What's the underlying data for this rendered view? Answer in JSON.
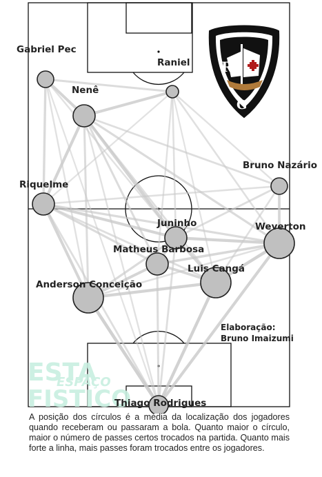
{
  "players": [
    {
      "id": "gabriel-pec",
      "name": "Gabriel Pec",
      "size": "small"
    },
    {
      "id": "nene",
      "name": "Nenê",
      "size": "large"
    },
    {
      "id": "raniel",
      "name": "Raniel",
      "size": "xsmall"
    },
    {
      "id": "bruno-nazario",
      "name": "Bruno Nazário",
      "size": "small"
    },
    {
      "id": "riquelme",
      "name": "Riquelme",
      "size": "large"
    },
    {
      "id": "juninho",
      "name": "Juninho",
      "size": "large"
    },
    {
      "id": "weverton",
      "name": "Weverton",
      "size": "xlarge"
    },
    {
      "id": "matheus-barbosa",
      "name": "Matheus Barbosa",
      "size": "large"
    },
    {
      "id": "luis-canga",
      "name": "Luis Cangá",
      "size": "xlarge"
    },
    {
      "id": "anderson-conceicao",
      "name": "Anderson Conceição",
      "size": "xlarge"
    },
    {
      "id": "thiago-rodrigues",
      "name": "Thiago Rodrigues",
      "size": "medium"
    }
  ],
  "links": [
    {
      "from": "thiago-rodrigues",
      "to": "anderson-conceicao",
      "strength": 0.9
    },
    {
      "from": "thiago-rodrigues",
      "to": "luis-canga",
      "strength": 0.85
    },
    {
      "from": "thiago-rodrigues",
      "to": "weverton",
      "strength": 0.8
    },
    {
      "from": "thiago-rodrigues",
      "to": "matheus-barbosa",
      "strength": 0.5
    },
    {
      "from": "thiago-rodrigues",
      "to": "juninho",
      "strength": 0.45
    },
    {
      "from": "thiago-rodrigues",
      "to": "riquelme",
      "strength": 0.45
    },
    {
      "from": "thiago-rodrigues",
      "to": "nene",
      "strength": 0.35
    },
    {
      "from": "thiago-rodrigues",
      "to": "gabriel-pec",
      "strength": 0.3
    },
    {
      "from": "anderson-conceicao",
      "to": "luis-canga",
      "strength": 0.8
    },
    {
      "from": "anderson-conceicao",
      "to": "matheus-barbosa",
      "strength": 0.75
    },
    {
      "from": "anderson-conceicao",
      "to": "riquelme",
      "strength": 0.75
    },
    {
      "from": "anderson-conceicao",
      "to": "juninho",
      "strength": 0.55
    },
    {
      "from": "anderson-conceicao",
      "to": "nene",
      "strength": 0.5
    },
    {
      "from": "anderson-conceicao",
      "to": "gabriel-pec",
      "strength": 0.35
    },
    {
      "from": "anderson-conceicao",
      "to": "weverton",
      "strength": 0.4
    },
    {
      "from": "luis-canga",
      "to": "weverton",
      "strength": 0.85
    },
    {
      "from": "luis-canga",
      "to": "matheus-barbosa",
      "strength": 0.7
    },
    {
      "from": "luis-canga",
      "to": "juninho",
      "strength": 0.7
    },
    {
      "from": "luis-canga",
      "to": "nene",
      "strength": 0.45
    },
    {
      "from": "luis-canga",
      "to": "riquelme",
      "strength": 0.45
    },
    {
      "from": "luis-canga",
      "to": "bruno-nazario",
      "strength": 0.4
    },
    {
      "from": "luis-canga",
      "to": "raniel",
      "strength": 0.3
    },
    {
      "from": "weverton",
      "to": "juninho",
      "strength": 0.8
    },
    {
      "from": "weverton",
      "to": "matheus-barbosa",
      "strength": 0.65
    },
    {
      "from": "weverton",
      "to": "bruno-nazario",
      "strength": 0.7
    },
    {
      "from": "weverton",
      "to": "nene",
      "strength": 0.55
    },
    {
      "from": "weverton",
      "to": "riquelme",
      "strength": 0.55
    },
    {
      "from": "weverton",
      "to": "raniel",
      "strength": 0.4
    },
    {
      "from": "juninho",
      "to": "matheus-barbosa",
      "strength": 0.6
    },
    {
      "from": "juninho",
      "to": "nene",
      "strength": 0.8
    },
    {
      "from": "juninho",
      "to": "riquelme",
      "strength": 0.75
    },
    {
      "from": "juninho",
      "to": "raniel",
      "strength": 0.4
    },
    {
      "from": "juninho",
      "to": "bruno-nazario",
      "strength": 0.45
    },
    {
      "from": "juninho",
      "to": "gabriel-pec",
      "strength": 0.35
    },
    {
      "from": "matheus-barbosa",
      "to": "riquelme",
      "strength": 0.55
    },
    {
      "from": "matheus-barbosa",
      "to": "nene",
      "strength": 0.5
    },
    {
      "from": "matheus-barbosa",
      "to": "raniel",
      "strength": 0.35
    },
    {
      "from": "riquelme",
      "to": "nene",
      "strength": 0.8
    },
    {
      "from": "riquelme",
      "to": "gabriel-pec",
      "strength": 0.6
    },
    {
      "from": "riquelme",
      "to": "bruno-nazario",
      "strength": 0.4
    },
    {
      "from": "riquelme",
      "to": "raniel",
      "strength": 0.3
    },
    {
      "from": "nene",
      "to": "gabriel-pec",
      "strength": 0.75
    },
    {
      "from": "nene",
      "to": "raniel",
      "strength": 0.75
    },
    {
      "from": "nene",
      "to": "bruno-nazario",
      "strength": 0.45
    },
    {
      "from": "gabriel-pec",
      "to": "raniel",
      "strength": 0.5
    },
    {
      "from": "bruno-nazario",
      "to": "raniel",
      "strength": 0.35
    }
  ],
  "credit": {
    "line1": "Elaboração:",
    "line2": "Bruno Imaizumi"
  },
  "watermark": {
    "line1": "ESTA",
    "line2": "ESPAÇO",
    "line3": "FISTICO"
  },
  "caption": "A posição dos círculos é a média da localização dos jogadores quando receberam ou passaram a bola. Quanto maior o círculo, maior o número de passes certos trocados na partida. Quanto mais forte a linha, mais passes foram trocados entre os jogadores.",
  "colors": {
    "node_fill": "#c0c0c0",
    "node_stroke": "#222222",
    "link": "#c8c8c8",
    "pitch_line": "#111111"
  },
  "icons": {
    "crest": "vasco-crest-icon"
  }
}
